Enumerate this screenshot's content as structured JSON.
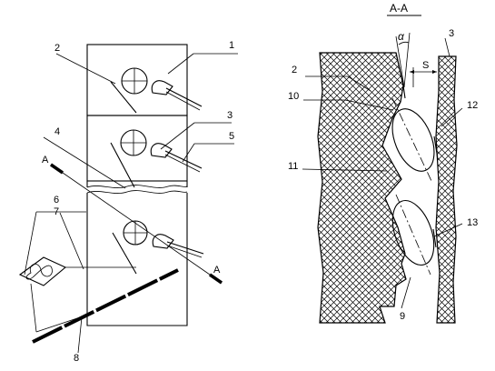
{
  "section_title": "А-А",
  "angle_symbol": "α",
  "gap_symbol": "S",
  "left_view": {
    "labels": {
      "l1": "1",
      "l2": "2",
      "l3": "3",
      "l4": "4",
      "l5": "5",
      "l6": "6",
      "l7": "7",
      "l8": "8",
      "a_left": "А",
      "a_right": "А"
    }
  },
  "right_view": {
    "labels": {
      "r2": "2",
      "r3": "3",
      "r9": "9",
      "r10": "10",
      "r11": "11",
      "r12": "12",
      "r13": "13"
    }
  }
}
